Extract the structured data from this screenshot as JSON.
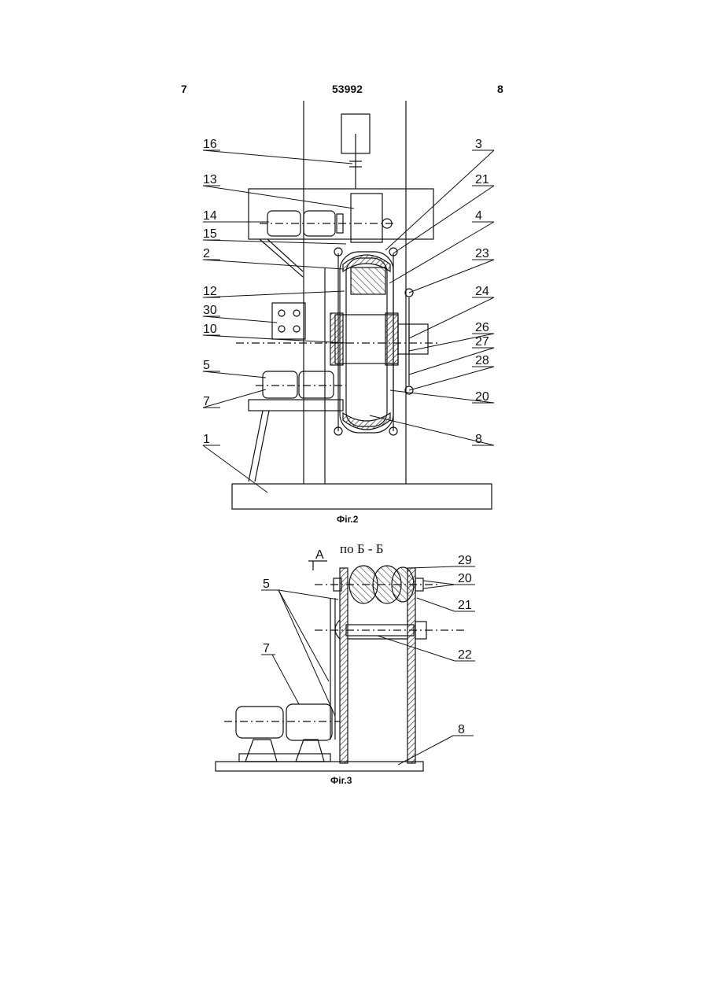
{
  "header": {
    "page_left": "7",
    "patent_number": "53992",
    "page_right": "8"
  },
  "figures": [
    {
      "caption": "Фіг.2",
      "labels": [
        "16",
        "13",
        "14",
        "15",
        "2",
        "12",
        "30",
        "10",
        "5",
        "7",
        "1",
        "3",
        "21",
        "4",
        "23",
        "24",
        "26",
        "27",
        "28",
        "20",
        "8"
      ]
    },
    {
      "caption": "Фіг.3",
      "section_title": "по Б - Б",
      "section_marker": "A",
      "labels": [
        "5",
        "7",
        "29",
        "20",
        "21",
        "22",
        "8"
      ]
    }
  ],
  "colors": {
    "ink": "#111111",
    "hatch": "#333333",
    "paper": "#ffffff"
  }
}
